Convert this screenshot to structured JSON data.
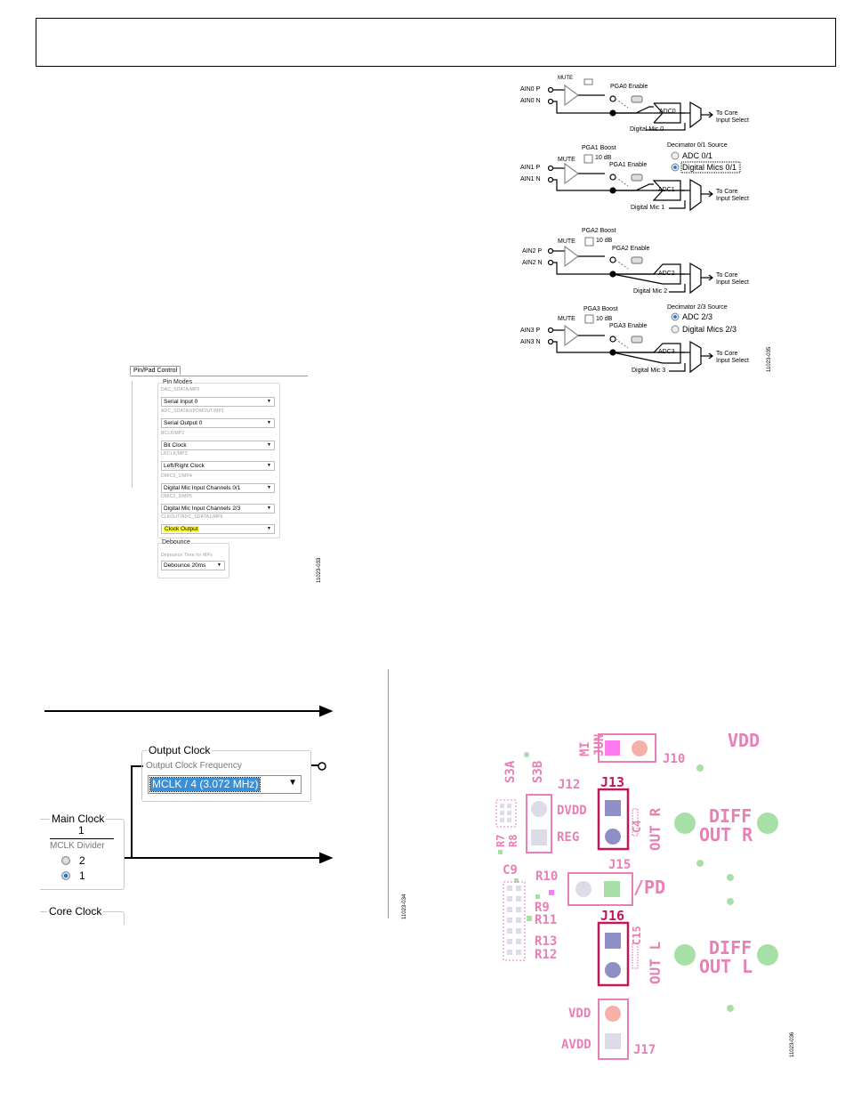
{
  "header": {
    "text": ""
  },
  "fig_035": {
    "id": "11023-035",
    "mute": "MUTE",
    "ch0": {
      "p": "AIN0 P",
      "n": "AIN0 N",
      "enable": "PGA0 Enable",
      "adc": "ADC0",
      "dmic": "Digital Mic 0",
      "to_core": "To Core",
      "input_select": "Input Select"
    },
    "ch1": {
      "boost": "PGA1 Boost",
      "boost_val": "10 dB",
      "p": "AIN1 P",
      "n": "AIN1 N",
      "enable": "PGA1 Enable",
      "adc": "ADC1",
      "dmic": "Digital Mic 1",
      "to_core": "To Core",
      "input_select": "Input Select"
    },
    "ch2": {
      "boost": "PGA2 Boost",
      "boost_val": "10 dB",
      "p": "AIN2 P",
      "n": "AIN2 N",
      "enable": "PGA2 Enable",
      "adc": "ADC2",
      "dmic": "Digital Mic 2",
      "to_core": "To Core",
      "input_select": "Input Select"
    },
    "ch3": {
      "boost": "PGA3 Boost",
      "boost_val": "10 dB",
      "p": "AIN3 P",
      "n": "AIN3 N",
      "enable": "PGA3 Enable",
      "adc": "ADC3",
      "dmic": "Digital Mic 3",
      "to_core": "To Core",
      "input_select": "Input Select"
    },
    "dec01": {
      "title": "Decimator 0/1 Source",
      "opt1": "ADC 0/1",
      "opt2": "Digital Mics 0/1"
    },
    "dec23": {
      "title": "Decimator 2/3 Source",
      "opt1": "ADC 2/3",
      "opt2": "Digital Mics 2/3"
    }
  },
  "fig_033": {
    "id": "11023-033",
    "tab": "Pin/Pad Control",
    "pin_modes": "Pin Modes",
    "rows": [
      {
        "label": "DAC_SDATA/MP0",
        "value": "Serial Input 0"
      },
      {
        "label": "ADC_SDATA0/PDMOUT/MP1",
        "value": "Serial Output 0"
      },
      {
        "label": "BCLK/MP2",
        "value": "Bit Clock"
      },
      {
        "label": "LRCLK/MP3",
        "value": "Left/Right Clock"
      },
      {
        "label": "DMIC0_1/MP4",
        "value": "Digital Mic Input Channels 0/1"
      },
      {
        "label": "DMIC2_3/MP5",
        "value": "Digital Mic Input Channels 2/3"
      },
      {
        "label": "CLKOUT/ADC_SDATA1/MP6",
        "value": "Clock Output"
      }
    ],
    "debounce": "Debounce",
    "debounce_label": "Debounce Time for MPs",
    "debounce_value": "Debounce 20ms"
  },
  "fig_034": {
    "id": "11023-034",
    "output_clock": "Output Clock",
    "output_freq_label": "Output Clock Frequency",
    "output_freq_value": "MCLK / 4 (3.072 MHz)",
    "main_clock": "Main Clock",
    "main_clock_val": "1",
    "mclk_divider": "MCLK Divider",
    "div_opt_2": "2",
    "div_opt_1": "1",
    "core_clock": "Core Clock"
  },
  "fig_036": {
    "id": "11023-036",
    "labels": {
      "vdd_top": "VDD",
      "j10": "J10",
      "mi": "MI",
      "jun": "JUN",
      "s3a": "S3A",
      "s3b": "S3B",
      "j12": "J12",
      "j13": "J13",
      "dvdd": "DVDD",
      "reg": "REG",
      "c4": "C4",
      "out_r": "OUT R",
      "diff_r1": "DIFF",
      "diff_r2": "OUT R",
      "r7": "R7",
      "r8": "R8",
      "c9": "C9",
      "r10": "R10",
      "j15": "J15",
      "pd": "/PD",
      "r9": "R9",
      "r11": "R11",
      "r13": "R13",
      "r12": "R12",
      "j16": "J16",
      "c15": "C15",
      "out_l": "OUT L",
      "diff_l1": "DIFF",
      "diff_l2": "OUT L",
      "vdd_bot": "VDD",
      "avdd": "AVDD",
      "j17": "J17"
    }
  },
  "colors": {
    "pcb_pink": "#e87fb6",
    "pcb_magenta": "#c2185b",
    "highlight": "#ffff2a",
    "selection": "#3b8fd4"
  }
}
